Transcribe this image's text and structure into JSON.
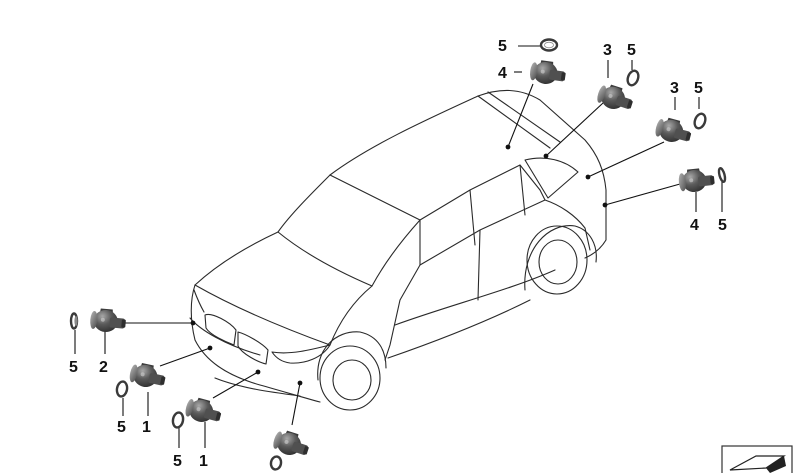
{
  "labels": {
    "c_top_5": "5",
    "c_top_4": "4",
    "c_a_3": "3",
    "c_a_5": "5",
    "c_b_3": "3",
    "c_b_5": "5",
    "c_rs_4": "4",
    "c_rs_5": "5",
    "c_l_5": "5",
    "c_l_2": "2",
    "c_f1_5": "5",
    "c_f1_1": "1",
    "c_f2_5": "5",
    "c_f2_1": "1"
  },
  "icons": {
    "sensor": "parking-sensor-icon",
    "ring": "sealing-ring-icon",
    "badge": "diagram-badge-icon"
  },
  "colors": {
    "sensor_body": "#4a4a4a",
    "sensor_highlight": "#9a9a9a",
    "line": "#111111"
  }
}
